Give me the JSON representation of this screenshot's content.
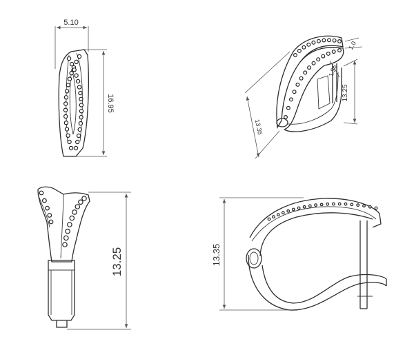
{
  "views": {
    "front": {
      "width": "5.10",
      "height": "16.95"
    },
    "iso": {
      "a": "1.0",
      "b": "1.95",
      "c": "13.25",
      "d": "13.35"
    },
    "side": {
      "height": "13.25"
    },
    "profile": {
      "height": "13.35"
    }
  },
  "colors": {
    "line": "#2e2e2e",
    "dim": "#555555",
    "background": "#ffffff"
  }
}
